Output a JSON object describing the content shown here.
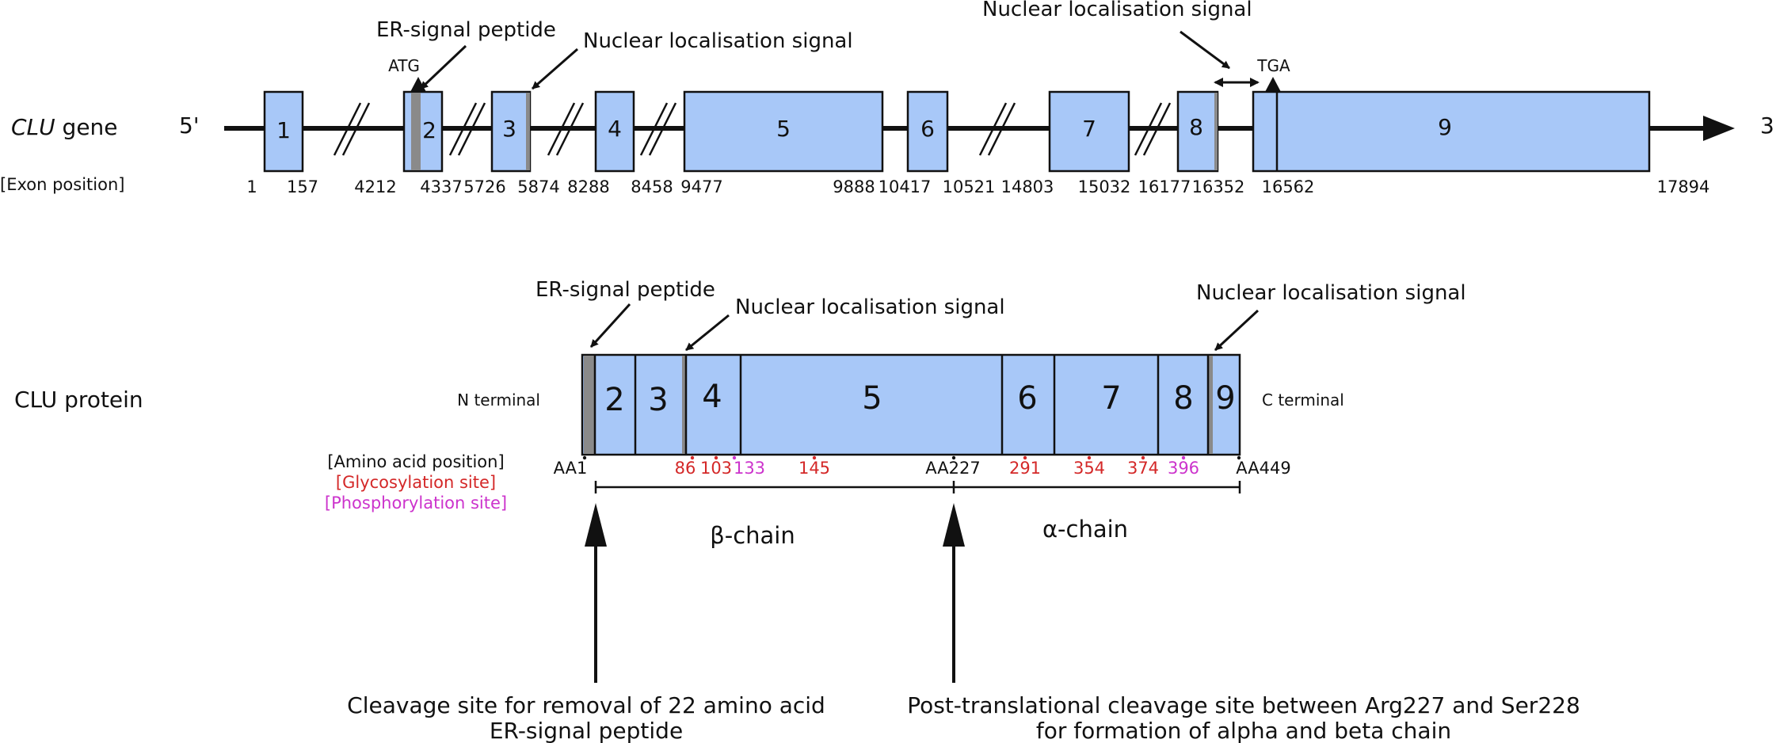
{
  "gene": {
    "label_italic": "CLU",
    "label_rest": " gene",
    "five_prime": "5'",
    "three_prime": "3'",
    "exon_position_label": "[Exon position]",
    "atg": "ATG",
    "tga": "TGA",
    "er_signal": "ER-signal peptide",
    "nls_1": "Nuclear localisation signal",
    "nls_2": "Nuclear localisation signal",
    "exons": [
      "1",
      "2",
      "3",
      "4",
      "5",
      "6",
      "7",
      "8",
      "9"
    ],
    "positions": [
      "1",
      "157",
      "4212",
      "4337",
      "5726",
      "5874",
      "8288",
      "8458",
      "9477",
      "9888",
      "10417",
      "10521",
      "14803",
      "15032",
      "16177",
      "16352",
      "16562",
      "17894"
    ]
  },
  "protein": {
    "label": "CLU protein",
    "n_terminal": "N terminal",
    "c_terminal": "C terminal",
    "er_signal": "ER-signal peptide",
    "nls_1": "Nuclear localisation signal",
    "nls_2": "Nuclear localisation signal",
    "exons": [
      "2",
      "3",
      "4",
      "5",
      "6",
      "7",
      "8",
      "9"
    ],
    "legend_aa": "[Amino acid position]",
    "legend_glyco": "[Glycosylation site]",
    "legend_phospho": "[Phosphorylation site]",
    "aa_start": "AA1",
    "aa_mid": "AA227",
    "aa_end": "AA449",
    "glyco_sites": [
      "86",
      "103",
      "145",
      "291",
      "354",
      "374"
    ],
    "phospho_sites": [
      "133",
      "396"
    ],
    "beta_chain": "β-chain",
    "alpha_chain": "α-chain",
    "cleave_1_line1": "Cleavage site for removal of 22 amino acid",
    "cleave_1_line2": "ER-signal peptide",
    "cleave_2_line1": "Post-translational cleavage site between Arg227 and Ser228",
    "cleave_2_line2": "for formation of alpha and beta chain"
  },
  "colors": {
    "exon_fill": "#a8c8f8",
    "signal_fill": "#8a8a8a",
    "glycosylation": "#d42828",
    "phosphorylation": "#cc33cc"
  }
}
